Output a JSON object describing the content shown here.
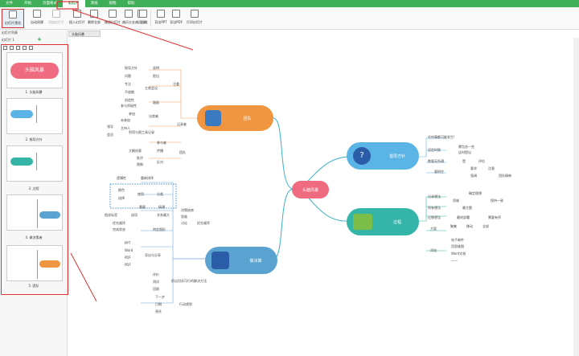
{
  "menu": [
    "文件",
    "开始",
    "页面格式",
    "幻灯片",
    "演视",
    "视图",
    "帮助"
  ],
  "ribbon": [
    "幻灯片预览",
    "自动创建",
    "添加幻灯片",
    "插入幻灯片",
    "删除全部",
    "播放幻灯片",
    "遍历分支",
    "遍历分支",
    "全屏",
    "导出PPT",
    "导出PDF",
    "打印幻灯片"
  ],
  "left_panel": {
    "title": "幻灯片列表",
    "sub": "幻灯片 1"
  },
  "doc_tab": "头脑风暴",
  "slides": [
    "1. 头脑风暴",
    "2. 指导方针",
    "3. 过程",
    "4. 做决策者",
    "5.   团队"
  ],
  "slide1_title": "头脑风暴",
  "mindmap": {
    "center": "头脑风暴",
    "branches": [
      "团队",
      "指导方针",
      "过程",
      "做决策"
    ],
    "team_labels": [
      "指导方针",
      "说明",
      "问题",
      "提出",
      "专注",
      "主席会议",
      "不放散",
      "注重",
      "创造性",
      "鼓励",
      "参与积极性",
      "参加",
      "出席者",
      "未参加",
      "主持人",
      "记录者",
      "利用与图工具记录",
      "领导",
      "会员",
      "团队",
      "参与者",
      "大概创意",
      "传播",
      "批评",
      "限制",
      "反对"
    ],
    "guide_labels": [
      "任何事都可能发生!",
      "设定时限",
      "需包含一些",
      "这时提出",
      "数量无所谓",
      "是",
      "评估",
      "要求",
      "注意",
      "要抓住",
      "强调",
      "团队精神"
    ],
    "process_labels": [
      "记录想法",
      "确定理想",
      "思维",
      "保持一致",
      "所有想法",
      "最主题",
      "迁移想法",
      "最终部署",
      "需要有序",
      "方案",
      "聚集",
      "移动",
      "全部",
      "添加",
      "电子邮件",
      "用思维图",
      "Word文档",
      "——"
    ],
    "decision_labels": [
      "逻辑性",
      "重新排序",
      "颜色",
      "使用",
      "分类",
      "选择",
      "重要",
      "接通",
      "相关标签",
      "选项",
      "关系最大",
      "优先顺序",
      "完成状态",
      "特定图形",
      "PPT",
      "Word",
      "PDF",
      "PDF",
      "导出与分享",
      "决策结束",
      "思维",
      "讨论",
      "优先顺序",
      "评价",
      "测试",
      "回顾",
      "抓出切实可行的解决方法",
      "下一步",
      "日期",
      "责任",
      "行动规划"
    ]
  }
}
